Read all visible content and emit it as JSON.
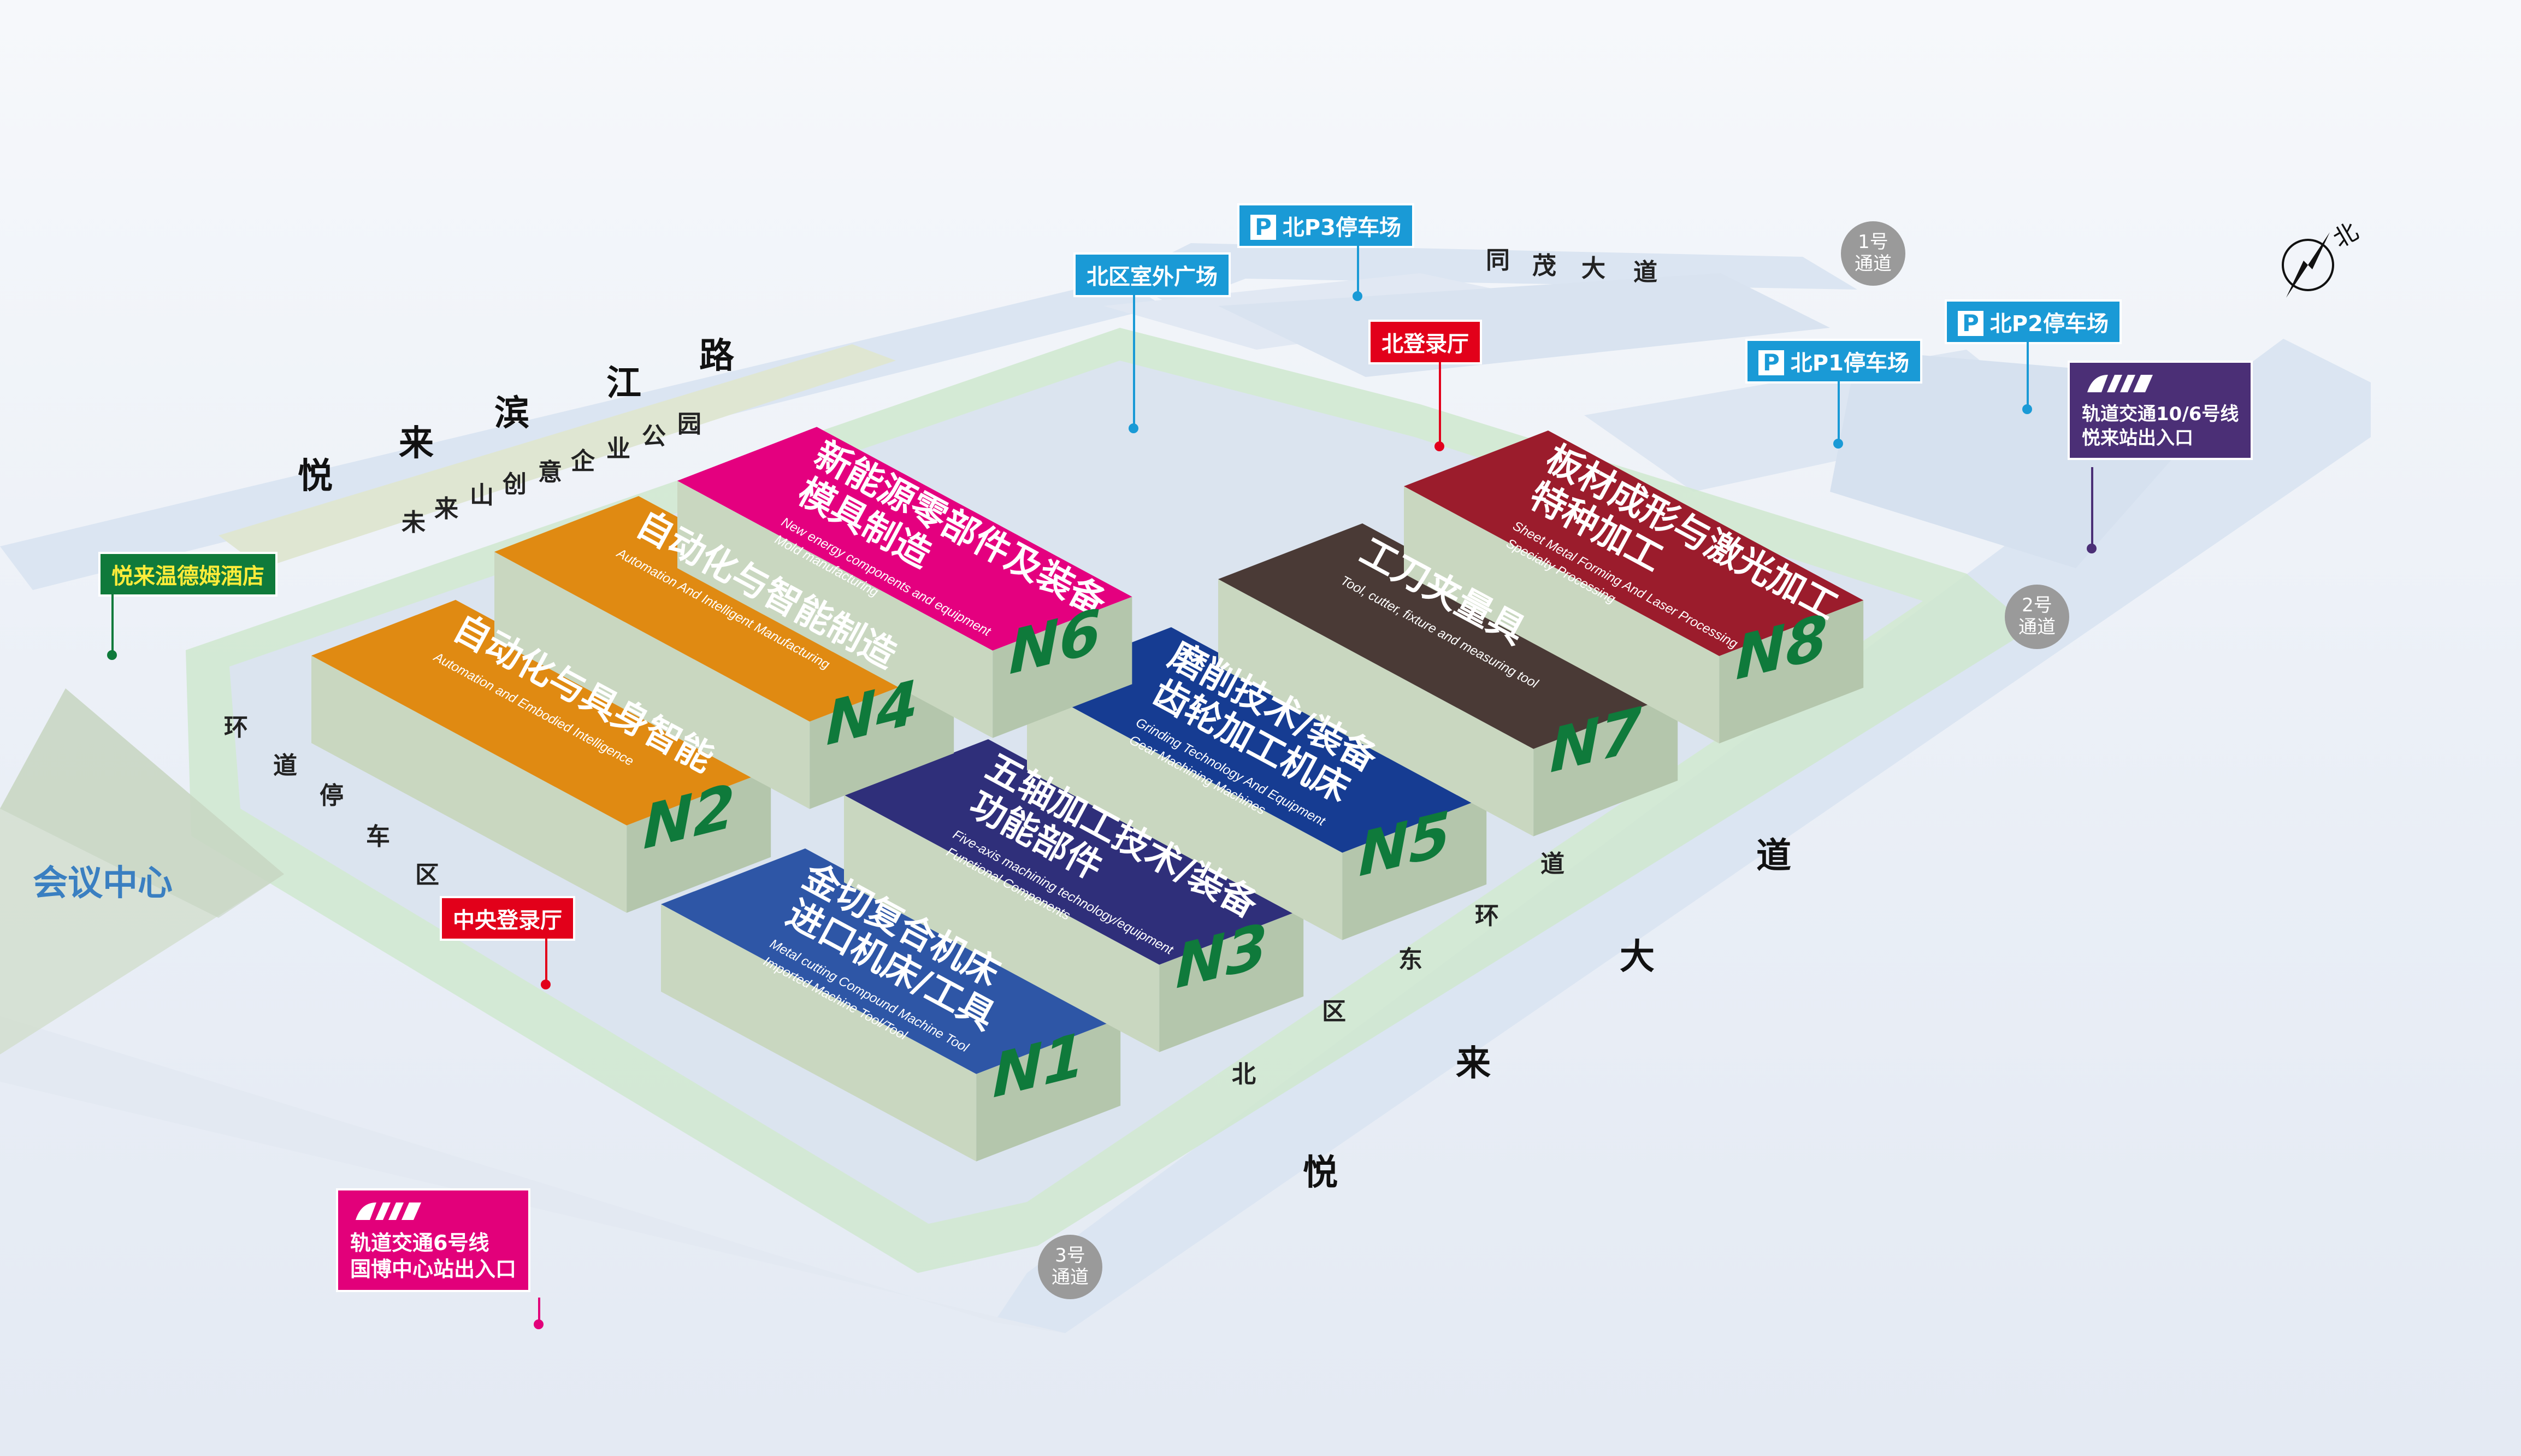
{
  "map": {
    "colors": {
      "road": "#dbe5f2",
      "green_path": "#cfe7cf",
      "park": "#dfe6d2",
      "halls": {
        "N1": "#2e56a6",
        "N2": "#e08a12",
        "N3": "#2f2f7a",
        "N4": "#e08a12",
        "N5": "#163c92",
        "N6": "#e4007f",
        "N7": "#4a3a36",
        "N8": "#9b1c2c"
      }
    },
    "roads": {
      "west_road": [
        "悦",
        "来",
        "滨",
        "江",
        "路"
      ],
      "north_road": [
        "同",
        "茂",
        "大",
        "道"
      ],
      "east_road": [
        "悦",
        "来",
        "大",
        "道"
      ],
      "park": [
        "未",
        "来",
        "山",
        "创",
        "意",
        "企",
        "业",
        "公",
        "园"
      ],
      "west_ring": [
        "环",
        "道",
        "停",
        "车",
        "区"
      ],
      "east_ring": [
        "北",
        "区",
        "东",
        "环",
        "道"
      ]
    },
    "places": {
      "meeting_center": "会议中心",
      "north_plaza": "北区室外广场",
      "north_registration": "北登录厅",
      "central_registration": "中央登录厅",
      "hotel": "悦来温德姆酒店",
      "parking_p3": "北P3停车场",
      "parking_p2": "北P2停车场",
      "parking_p1": "北P1停车场",
      "parking_letter": "P",
      "metro_north_line1": "轨道交通10/6号线",
      "metro_north_line2": "悦来站出入口",
      "metro_south_line1": "轨道交通6号线",
      "metro_south_line2": "国博中心站出入口"
    },
    "gates": [
      {
        "num": "1号",
        "label": "通道"
      },
      {
        "num": "2号",
        "label": "通道"
      },
      {
        "num": "3号",
        "label": "通道"
      }
    ],
    "compass": {
      "label": "北"
    },
    "halls": [
      {
        "id": "N1",
        "zh1": "金切复合机床",
        "zh2": "进口机床/工具",
        "en1": "Metal cutting Compound Machine Tool",
        "en2": "Imported Machine Tool/Tool"
      },
      {
        "id": "N2",
        "zh1": "自动化与具身智能",
        "zh2": "",
        "en1": "Automation and Embodied Intelligence",
        "en2": ""
      },
      {
        "id": "N3",
        "zh1": "五轴加工技术/装备",
        "zh2": "功能部件",
        "en1": "Five-axis machining technology/equipment",
        "en2": "Functional Components"
      },
      {
        "id": "N4",
        "zh1": "自动化与智能制造",
        "zh2": "",
        "en1": "Automation And Intelligent Manufacturing",
        "en2": ""
      },
      {
        "id": "N5",
        "zh1": "磨削技术/装备",
        "zh2": "齿轮加工机床",
        "en1": "Grinding Technology And Equipment",
        "en2": "Gear Machining Machines"
      },
      {
        "id": "N6",
        "zh1": "新能源零部件及装备",
        "zh2": "模具制造",
        "en1": "New energy components and equipment",
        "en2": "Mold manufacturing"
      },
      {
        "id": "N7",
        "zh1": "工刀夹量具",
        "zh2": "",
        "en1": "Tool, cutter, fixture and measuring tool",
        "en2": ""
      },
      {
        "id": "N8",
        "zh1": "板材成形与激光加工",
        "zh2": "特种加工",
        "en1": "Sheet Metal Forming And Laser Processing",
        "en2": "Specialty Processing"
      }
    ]
  }
}
